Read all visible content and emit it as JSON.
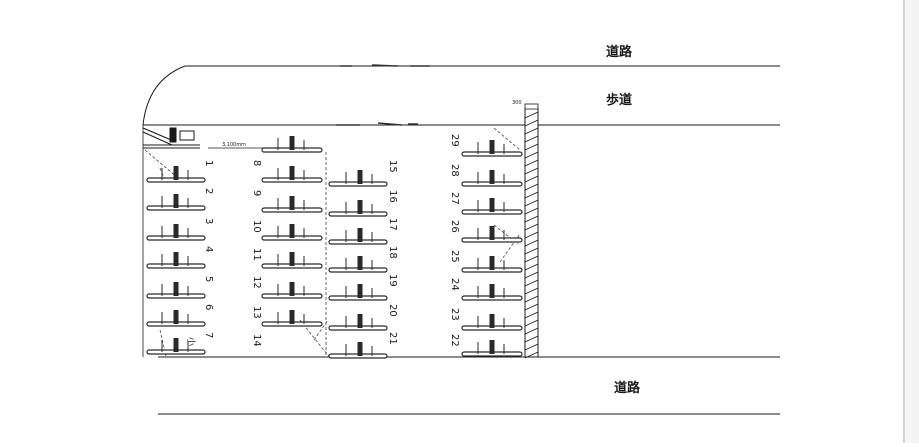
{
  "labels": {
    "road_top": "道路",
    "sidewalk": "歩道",
    "road_bottom": "道路",
    "small_note": "小",
    "dimension_note": "3,100mm",
    "post_note": "300"
  },
  "stalls": {
    "col1": [
      "1",
      "2",
      "3",
      "4",
      "5",
      "6",
      "7"
    ],
    "col2": [
      "8",
      "9",
      "10",
      "11",
      "12",
      "13",
      "14"
    ],
    "col3": [
      "15",
      "16",
      "17",
      "18",
      "19",
      "20",
      "21"
    ],
    "col4": [
      "22",
      "23",
      "24",
      "25",
      "26",
      "27",
      "28",
      "29"
    ]
  },
  "colors": {
    "line": "#1a1a1a",
    "rack": "#2a2a2a",
    "dashed": "#444444"
  }
}
